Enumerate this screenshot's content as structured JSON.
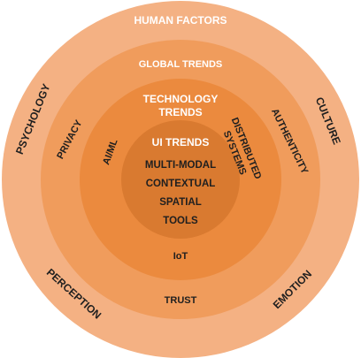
{
  "rings": {
    "outer": {
      "color": "#f4b183",
      "title": "HUMAN FACTORS",
      "labels": {
        "psychology": "PSYCHOLOGY",
        "culture": "CULTURE",
        "perception": "PERCEPTION",
        "emotion": "EMOTION"
      }
    },
    "second": {
      "color": "#f09c5c",
      "title": "GLOBAL TRENDS",
      "labels": {
        "privacy": "PRIVACY",
        "authenticity": "AUTHENTICITY",
        "trust": "TRUST"
      }
    },
    "third": {
      "color": "#eb8a3e",
      "title_line1": "TECHNOLOGY",
      "title_line2": "TRENDS",
      "labels": {
        "aiml": "AI/ML",
        "distributed_line1": "DISTRIBUTED",
        "distributed_line2": "SYSTEMS",
        "iot": "IoT"
      }
    },
    "core": {
      "color": "#d97a30",
      "title": "UI TRENDS",
      "items": [
        "MULTI-MODAL",
        "CONTEXTUAL",
        "SPATIAL",
        "TOOLS"
      ]
    }
  }
}
